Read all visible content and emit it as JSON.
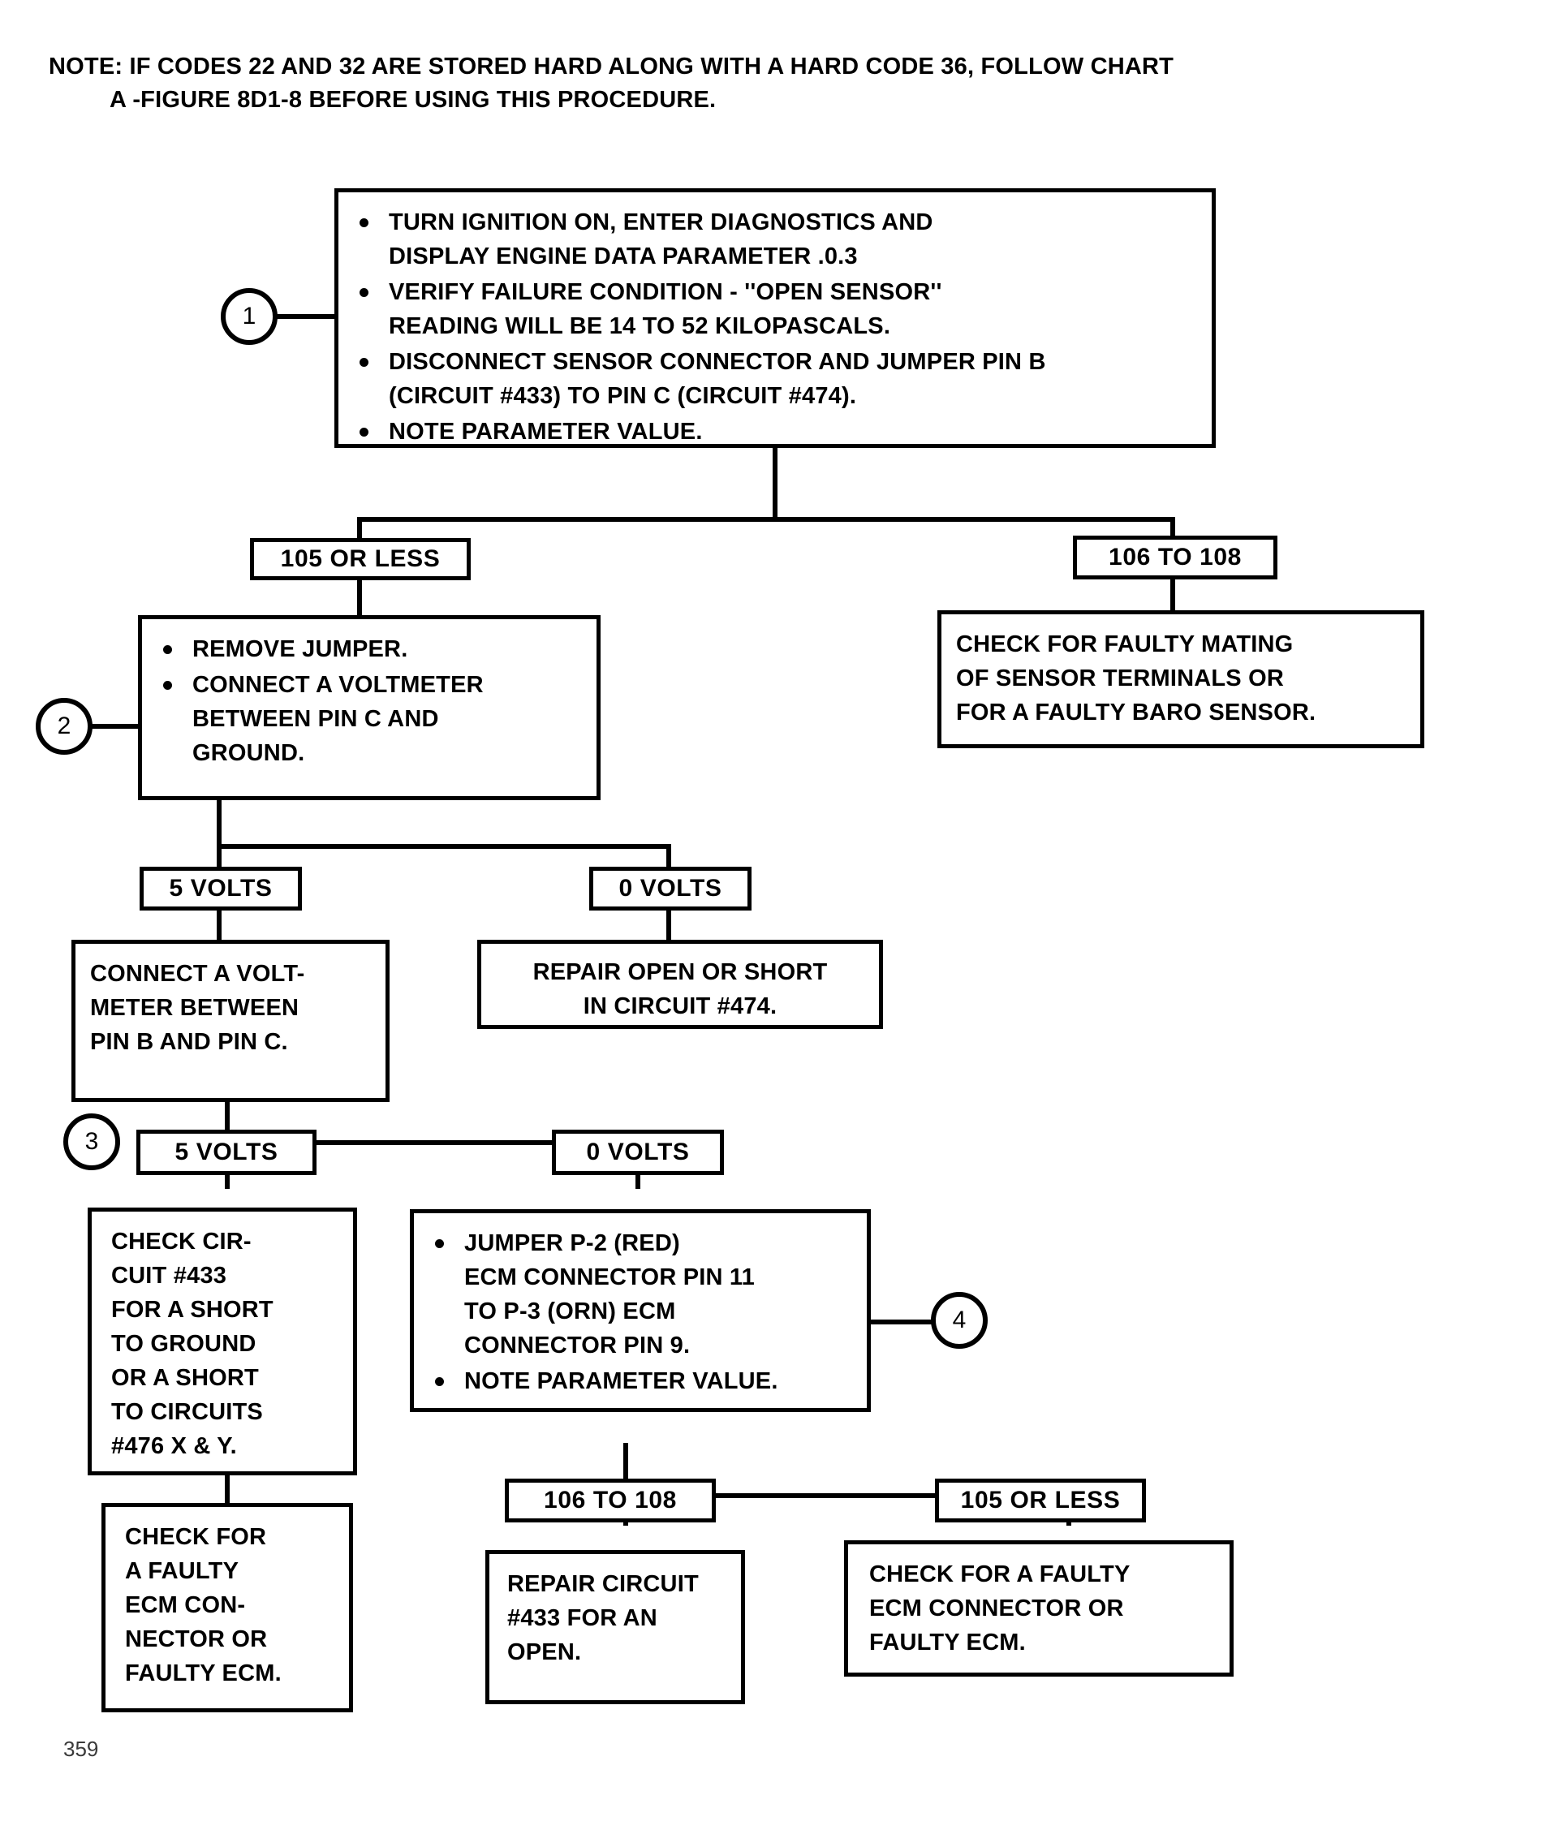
{
  "document": {
    "page_number": "359",
    "note_prefix": "NOTE:",
    "note_line1": "IF CODES 22 AND 32 ARE STORED HARD ALONG WITH A HARD CODE 36, FOLLOW CHART",
    "note_line2": "A -FIGURE 8D1-8 BEFORE USING THIS PROCEDURE."
  },
  "colors": {
    "line": "#000000",
    "background": "#ffffff",
    "text": "#000000"
  },
  "steps": {
    "one": "1",
    "two": "2",
    "three": "3",
    "four": "4"
  },
  "flow": {
    "step1": {
      "bullets": [
        "TURN IGNITION ON, ENTER DIAGNOSTICS AND\nDISPLAY ENGINE DATA PARAMETER .0.3",
        "VERIFY FAILURE CONDITION - ''OPEN SENSOR''\n READING WILL BE 14 TO 52 KILOPASCALS.",
        "DISCONNECT SENSOR CONNECTOR AND JUMPER PIN B\n(CIRCUIT #433) TO PIN C (CIRCUIT #474).",
        "NOTE PARAMETER VALUE."
      ]
    },
    "branch_105_or_less": "105 OR LESS",
    "branch_106_to_108": "106 TO 108",
    "step2": {
      "bullets": [
        "REMOVE JUMPER.",
        "CONNECT A VOLTMETER\nBETWEEN PIN C AND\nGROUND."
      ]
    },
    "baro_result": "CHECK FOR FAULTY MATING\nOF SENSOR TERMINALS OR\nFOR A FAULTY BARO SENSOR.",
    "volts_5_a": "5 VOLTS",
    "volts_0_a": "0 VOLTS",
    "connect_voltmeter_bc": "CONNECT A VOLT-\nMETER BETWEEN\nPIN B AND PIN C.",
    "repair_474": "REPAIR OPEN OR SHORT\nIN CIRCUIT #474.",
    "volts_5_b": "5 VOLTS",
    "volts_0_b": "0 VOLTS",
    "check_circuit_433": "CHECK CIR-\nCUIT #433\nFOR A SHORT\nTO GROUND\nOR A SHORT\nTO CIRCUITS\n#476 X & Y.",
    "faulty_ecm_connector_left": "CHECK FOR\nA FAULTY\nECM CON-\nNECTOR OR\nFAULTY ECM.",
    "step4": {
      "bullets": [
        "JUMPER P-2 (RED)\nECM CONNECTOR PIN 11\nTO P-3 (ORN) ECM\nCONNECTOR PIN 9.",
        "NOTE PARAMETER VALUE."
      ]
    },
    "branch_106_to_108_b": "106 TO 108",
    "branch_105_or_less_b": "105 OR LESS",
    "repair_433_open": "REPAIR CIRCUIT\n#433 FOR AN\nOPEN.",
    "faulty_ecm_connector_right": "CHECK FOR A FAULTY\nECM CONNECTOR OR\nFAULTY ECM."
  }
}
